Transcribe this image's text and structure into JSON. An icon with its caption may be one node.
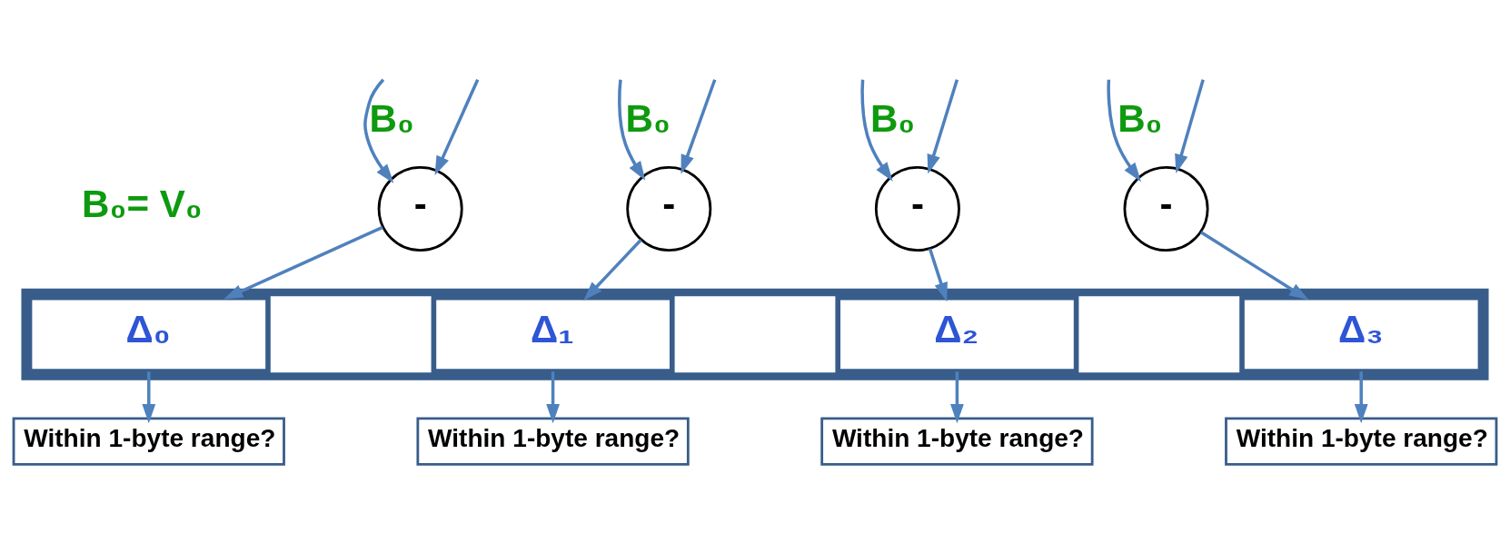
{
  "diagram": {
    "nodes": [
      {
        "text": [
          "-"
        ]
      },
      {
        "text": [
          "-"
        ]
      },
      {
        "text": [
          "-"
        ]
      },
      {
        "text": [
          "-"
        ]
      },
      {
        "text": [],
        "shape": "box"
      },
      {
        "text": [
          "Δ₀"
        ],
        "in": 4
      },
      {
        "text": [
          "Δ₁"
        ],
        "in": 4
      },
      {
        "text": [
          "Δ₂"
        ],
        "in": 4
      },
      {
        "text": [
          "Δ₃"
        ],
        "in": 4
      },
      {
        "text": [
          "Within 1-byte range?"
        ]
      },
      {
        "text": [
          "Within 1-byte range?"
        ]
      },
      {
        "text": [
          "Within 1-byte range?"
        ]
      },
      {
        "text": [
          "Within 1-byte range?"
        ]
      }
    ],
    "edges": [
      {
        "from": null,
        "to": 0,
        "arrow": "to",
        "label": "B₀"
      },
      {
        "from": null,
        "to": 0,
        "arrow": "to"
      },
      {
        "from": null,
        "to": 1,
        "arrow": "to",
        "label": "B₀"
      },
      {
        "from": null,
        "to": 1,
        "arrow": "to"
      },
      {
        "from": null,
        "to": 2,
        "arrow": "to",
        "label": "B₀"
      },
      {
        "from": null,
        "to": 2,
        "arrow": "to"
      },
      {
        "from": null,
        "to": 3,
        "arrow": "to",
        "label": "B₀"
      },
      {
        "from": null,
        "to": 3,
        "arrow": "to"
      },
      {
        "from": 0,
        "to": 5,
        "arrow": "to"
      },
      {
        "from": 1,
        "to": 6,
        "arrow": "to"
      },
      {
        "from": 2,
        "to": 7,
        "arrow": "to"
      },
      {
        "from": 3,
        "to": 8,
        "arrow": "to"
      },
      {
        "from": 5,
        "to": 9,
        "arrow": "to"
      },
      {
        "from": 6,
        "to": 10,
        "arrow": "to"
      },
      {
        "from": 7,
        "to": 11,
        "arrow": "to"
      },
      {
        "from": 8,
        "to": 12,
        "arrow": "to"
      }
    ],
    "labels": [
      "B₀= V₀"
    ]
  }
}
